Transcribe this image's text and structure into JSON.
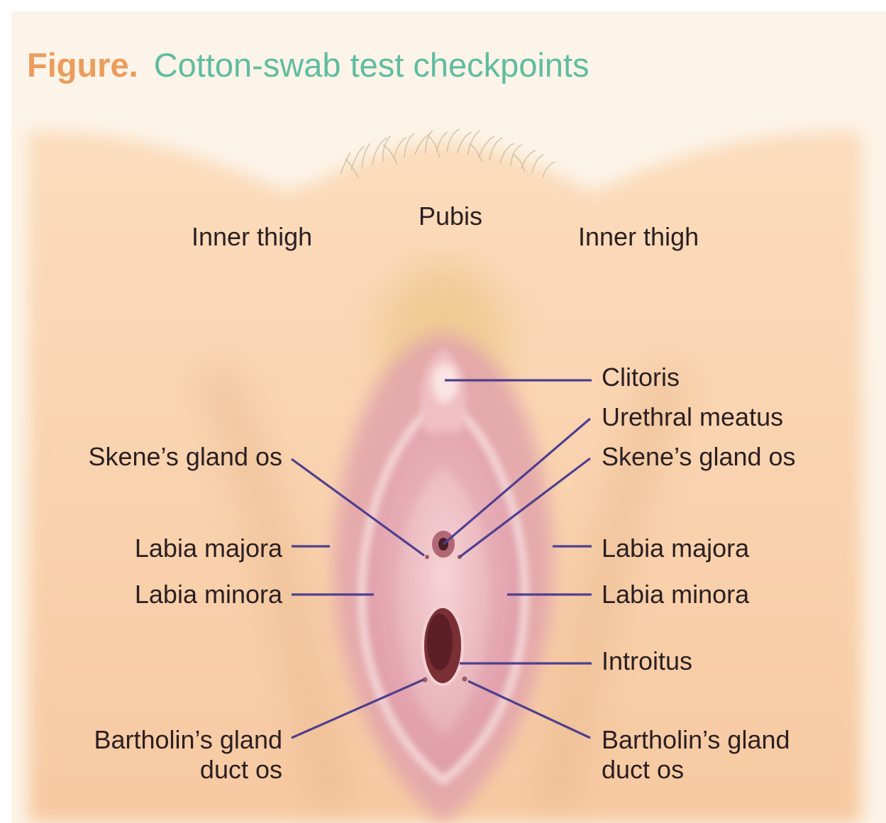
{
  "title": {
    "lead": "Figure.",
    "text": "Cotton-swab test checkpoints"
  },
  "labels": {
    "pubis": "Pubis",
    "inner_thigh_left": "Inner thigh",
    "inner_thigh_right": "Inner thigh",
    "clitoris": "Clitoris",
    "urethral_meatus": "Urethral meatus",
    "skenes_left": "Skene’s gland os",
    "skenes_right": "Skene’s gland os",
    "labia_majora_left": "Labia majora",
    "labia_majora_right": "Labia majora",
    "labia_minora_left": "Labia minora",
    "labia_minora_right": "Labia minora",
    "introitus": "Introitus",
    "bartholins_left_line1": "Bartholin’s gland",
    "bartholins_left_line2": "duct os",
    "bartholins_right_line1": "Bartholin’s gland",
    "bartholins_right_line2": "duct os"
  },
  "colors": {
    "title_lead": "#ec9c5c",
    "title_text": "#5fbca1",
    "leader_line": "#4e3f8e",
    "skin": "#f9d2ad",
    "mucosa": "#e5a3ad"
  }
}
